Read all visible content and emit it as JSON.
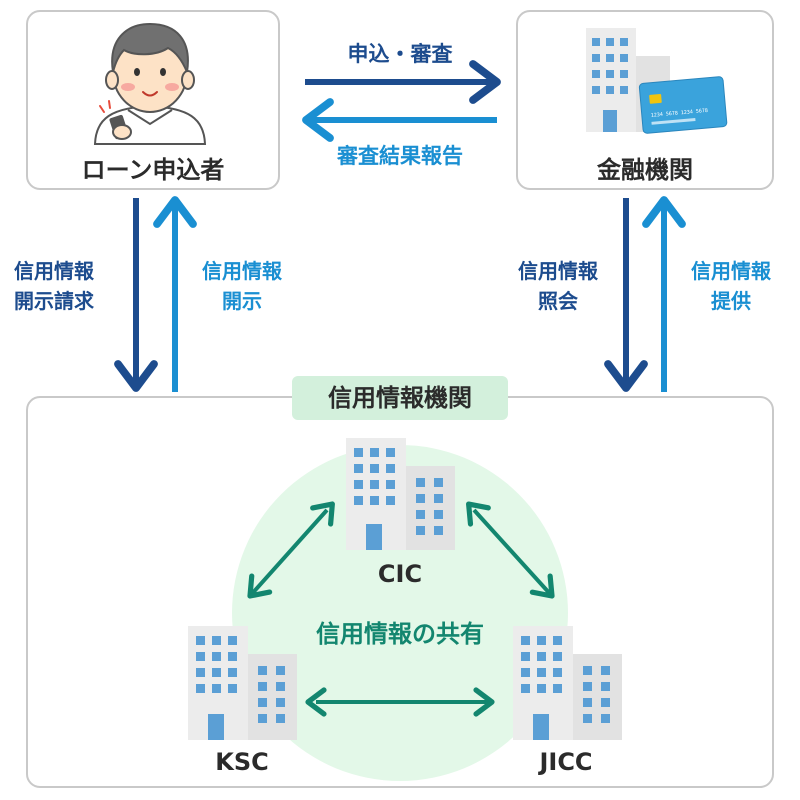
{
  "applicant": {
    "label": "ローン申込者"
  },
  "financial_institution": {
    "label": "金融機関",
    "card_text": "1234 5678 1234 5678"
  },
  "arrows": {
    "apply_review": "申込・審査",
    "review_result": "審査結果報告",
    "request_left": [
      "信用情報",
      "開示請求"
    ],
    "disclose_left": [
      "信用情報",
      "開示"
    ],
    "inquiry_right": [
      "信用情報",
      "照会"
    ],
    "provide_right": [
      "信用情報",
      "提供"
    ]
  },
  "credit_bureau": {
    "title": "信用情報機関",
    "sharing_label": "信用情報の共有",
    "agencies": [
      "CIC",
      "KSC",
      "JICC"
    ]
  },
  "colors": {
    "dark_blue": "#1d4c8e",
    "light_blue": "#1a8fd2",
    "teal": "#13866f",
    "title_bg": "#d3f0dc",
    "circle_bg": "#e3f8e8",
    "building": "#e2e2e2",
    "window": "#5b9fd5"
  }
}
